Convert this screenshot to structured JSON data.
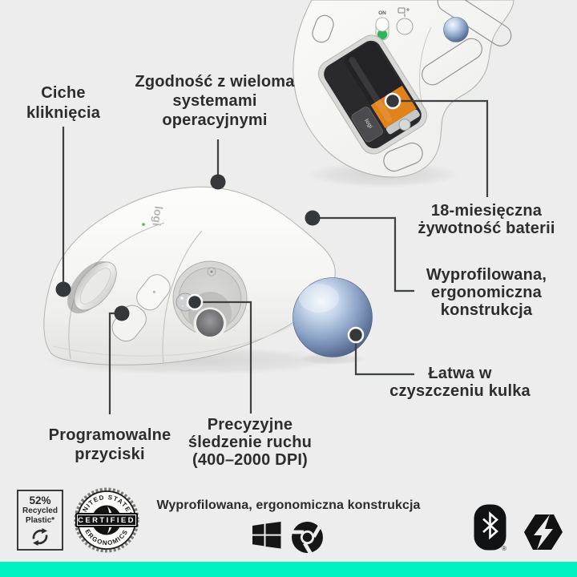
{
  "colors": {
    "background": "#EDEDED",
    "accent_bar": "#00F2C1",
    "callout_line": "#3F4042",
    "text": "#2D2D2D",
    "battery_orange": "#E0831B",
    "trackball_blue": "#7E98BE",
    "power_on_green": "#2FB457"
  },
  "callouts": {
    "quiet_clicks": {
      "lines": [
        "Ciche",
        "kliknięcia"
      ]
    },
    "os_compatibility": {
      "lines": [
        "Zgodność z wieloma",
        "systemami",
        "operacyjnymi"
      ]
    },
    "battery_life": {
      "lines": [
        "18-miesięczna",
        "żywotność baterii"
      ]
    },
    "ergonomic_design": {
      "lines": [
        "Wyprofilowana,",
        "ergonomiczna",
        "konstrukcja"
      ]
    },
    "easy_clean_ball": {
      "lines": [
        "Łatwa w",
        "czyszczeniu kulka"
      ]
    },
    "programmable_buttons": {
      "lines": [
        "Programowalne",
        "przyciski"
      ]
    },
    "precise_tracking": {
      "lines": [
        "Precyzyjne",
        "śledzenie ruchu",
        "(400–2000 DPI)"
      ]
    }
  },
  "device": {
    "brand_logo": "logi",
    "power_switch_label": "ON",
    "receiver_label": "logi"
  },
  "footer": {
    "recycled_badge": {
      "percent": "52%",
      "material_lines": [
        "Recycled",
        "Plastic*"
      ]
    },
    "ergonomics_seal": {
      "arc_top": "UNITED STATES",
      "band_label": "CERTIFIED",
      "arc_bottom": "ERGONOMICS"
    },
    "tagline": "Wyprofilowana, ergonomiczna konstrukcja",
    "bluetooth_registered_mark": "®",
    "icons": {
      "platform": [
        "windows-icon",
        "chrome-icon"
      ],
      "connectivity": [
        "bluetooth-icon",
        "logi-bolt-icon"
      ]
    }
  }
}
